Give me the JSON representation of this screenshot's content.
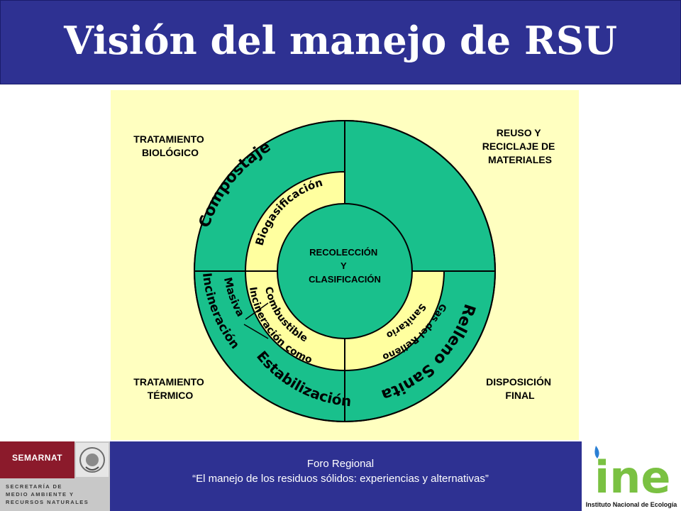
{
  "title": "Visión del manejo de RSU",
  "diagram": {
    "corners": {
      "top_left": [
        "TRATAMIENTO",
        "BIOLÓGICO"
      ],
      "top_right": [
        "REUSO Y",
        "RECICLAJE DE",
        "MATERIALES"
      ],
      "bottom_left": [
        "TRATAMIENTO",
        "TÉRMICO"
      ],
      "bottom_right": [
        "DISPOSICIÓN",
        "FINAL"
      ]
    },
    "center": [
      "RECOLECCIÓN",
      "Y",
      "CLASIFICACIÓN"
    ],
    "outer_ring": {
      "compostaje": "Compostaje",
      "incineracion_masiva_1": "Incineración",
      "incineracion_masiva_2": "Masiva",
      "estabilizacion": "Estabilización",
      "relleno_sanitario": "Relleno Sanitario"
    },
    "inner_ring": {
      "biogasificacion": "Biogasificación",
      "incineracion_combustible_1": "Incineración como",
      "incineracion_combustible_2": "Combustible",
      "gas_relleno_1": "Gas del Relleno",
      "gas_relleno_2": "Sanitario"
    },
    "colors": {
      "background": "#ffffc0",
      "green": "#19c08c",
      "pale": "#ffff9f",
      "outline": "#000000"
    }
  },
  "footer": {
    "line1": "Foro Regional",
    "line2": "“El manejo de los residuos sólidos: experiencias y alternativas”"
  },
  "logos": {
    "semarnat_name": "SEMARNAT",
    "semarnat_sub": [
      "SECRETARÍA DE",
      "MEDIO AMBIENTE Y",
      "RECURSOS NATURALES"
    ],
    "ine_mark": "ine",
    "ine_name": "Instituto Nacional de Ecología"
  }
}
